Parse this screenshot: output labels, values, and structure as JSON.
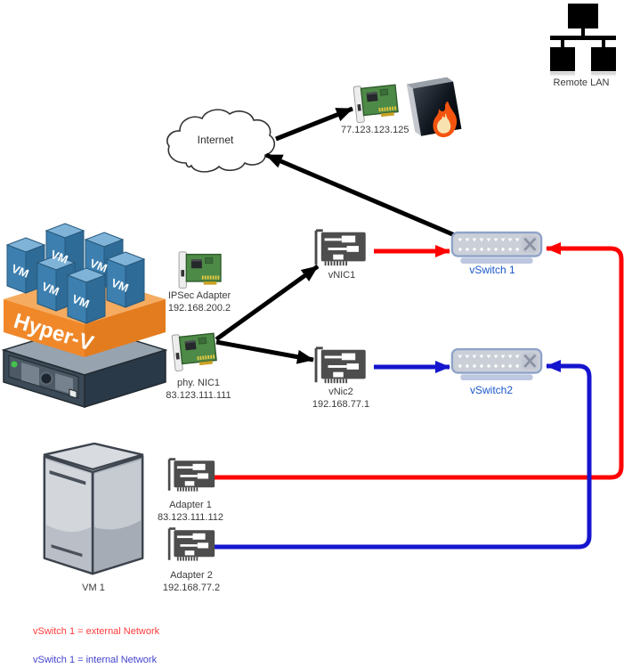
{
  "colors": {
    "external_link": "#FF0000",
    "internal_link": "#1515CE",
    "plain_link": "#000000",
    "vswitch_label": "#1B57C8",
    "legend_external": "#FF3B3B",
    "legend_internal": "#4343CE"
  },
  "nodes": {
    "remote_lan": {
      "label": "Remote LAN"
    },
    "internet": {
      "label": "Internet"
    },
    "edge_nic": {
      "ip": "77.123.123.125"
    },
    "hyperv": {
      "label": "Hyper-V",
      "vm_box_label": "VM"
    },
    "ipsec_adapter": {
      "name": "IPSec Adapter",
      "ip": "192.168.200.2"
    },
    "phy_nic1": {
      "name": "phy. NIC1",
      "ip": "83.123.111.111"
    },
    "vnic1": {
      "name": "vNIC1"
    },
    "vswitch1": {
      "name": "vSwitch 1"
    },
    "vnic2": {
      "name": "vNic2",
      "ip": "192.168.77.1"
    },
    "vswitch2": {
      "name": "vSwitch2"
    },
    "vm1": {
      "label": "VM 1"
    },
    "adapter1": {
      "name": "Adapter 1",
      "ip": "83.123.111.112"
    },
    "adapter2": {
      "name": "Adapter 2",
      "ip": "192.168.77.2"
    }
  },
  "legend": {
    "external": "vSwitch 1 = external Network",
    "internal": "vSwitch 1 = internal Network"
  }
}
